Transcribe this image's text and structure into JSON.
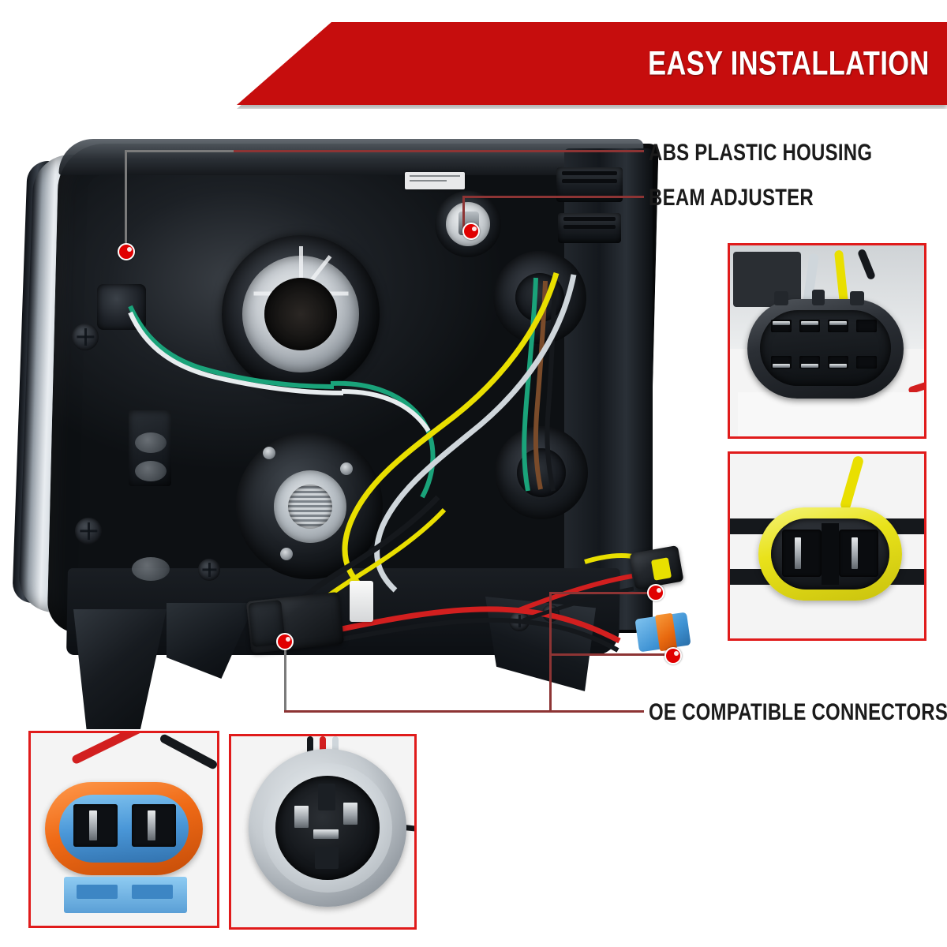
{
  "header": {
    "title": "EASY INSTALLATION",
    "banner_color": "#c60d0d",
    "title_color": "#ffffff"
  },
  "theme": {
    "accent_red": "#e01b1b",
    "leader_line": "#8d3434",
    "leader_line_gray": "#7b7b7b",
    "dot_red": "#e00000",
    "label_text": "#1b1b1b",
    "background": "#ffffff"
  },
  "callouts": [
    {
      "id": "abs-plastic-housing",
      "label": "ABS PLASTIC HOUSING",
      "marker": "red-dot",
      "leader_color": "#8d3434"
    },
    {
      "id": "beam-adjuster",
      "label": "BEAM ADJUSTER",
      "marker": "red-dot",
      "leader_color": "#8d3434"
    },
    {
      "id": "oe-compatible-connectors",
      "label": "OE COMPATIBLE CONNECTORS",
      "marker": "red-dot",
      "leader_color": "#8d3434"
    }
  ],
  "main_photo": {
    "name": "headlight-assembly-rear-view",
    "description": "Rear view of black ABS headlight housing with bulb sockets, wiring harness and connectors"
  },
  "insets": [
    {
      "id": "inset-8pin-black-connector",
      "name": "eight-pin-black-connector-photo",
      "position": "right-upper",
      "connector_color": "#15181c",
      "pins": 8
    },
    {
      "id": "inset-yellow-2pin-connector",
      "name": "yellow-two-pin-connector-photo",
      "position": "right-lower",
      "connector_color": "#e9e21a",
      "pins": 2
    },
    {
      "id": "inset-orange-blue-connector",
      "name": "orange-blue-two-pin-connector-photo",
      "position": "bottom-left",
      "connector_color": "#e8690f",
      "pins": 2
    },
    {
      "id": "inset-round-bulb-socket",
      "name": "round-bulb-socket-photo",
      "position": "bottom-center-left",
      "connector_color": "#c8ccd0",
      "pins": 3
    }
  ]
}
